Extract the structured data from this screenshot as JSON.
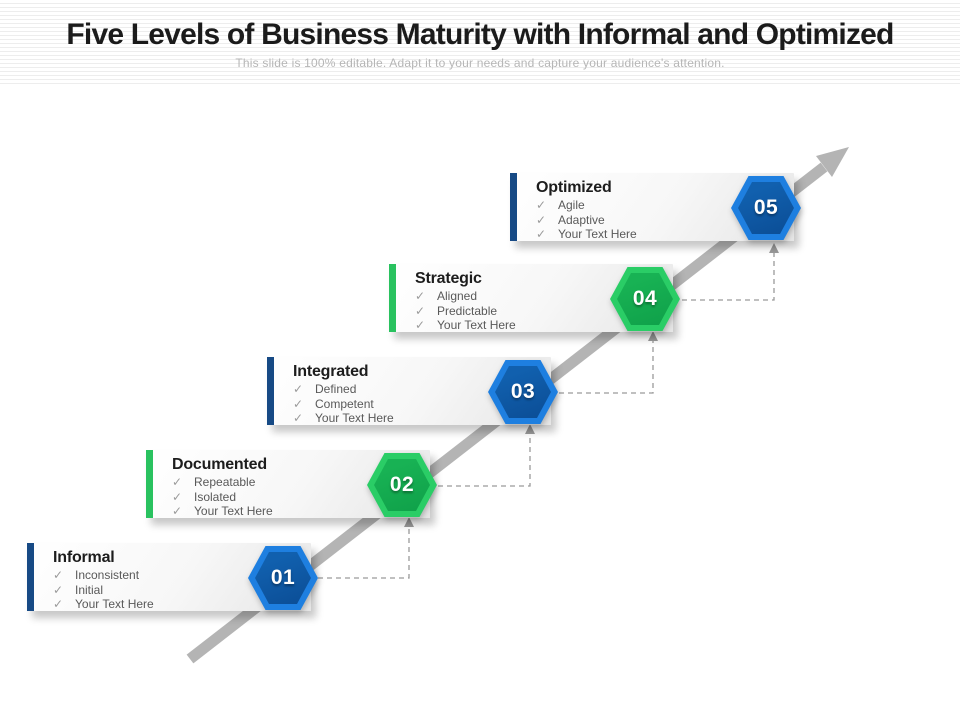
{
  "slide": {
    "title": "Five Levels of Business Maturity with Informal and Optimized",
    "subtitle": "This slide is 100% editable. Adapt it to your needs and capture your audience's attention."
  },
  "checkmark": "✓",
  "levels": [
    {
      "number": "01",
      "title": "Informal",
      "items": [
        "Inconsistent",
        "Initial",
        "Your Text Here"
      ],
      "color": "blue"
    },
    {
      "number": "02",
      "title": "Documented",
      "items": [
        "Repeatable",
        "Isolated",
        "Your Text Here"
      ],
      "color": "green"
    },
    {
      "number": "03",
      "title": "Integrated",
      "items": [
        "Defined",
        "Competent",
        "Your Text Here"
      ],
      "color": "blue"
    },
    {
      "number": "04",
      "title": "Strategic",
      "items": [
        "Aligned",
        "Predictable",
        "Your Text Here"
      ],
      "color": "green"
    },
    {
      "number": "05",
      "title": "Optimized",
      "items": [
        "Agile",
        "Adaptive",
        "Your Text Here"
      ],
      "color": "blue"
    }
  ],
  "colors": {
    "blue_accent": "#174A85",
    "green_accent": "#29C25F",
    "hex_blue_outer": "#1E7FE0",
    "hex_blue_inner": "#10endif",
    "hex_blue_inner_top": "#1160AE",
    "hex_blue_inner_bottom": "#0B4D95",
    "hex_green_outer": "#2ACD66",
    "hex_green_inner_top": "#18B254",
    "hex_green_inner_bottom": "#0FA049",
    "arrow_gray": "#B4B4B4",
    "dash_gray": "#9A9A9A"
  }
}
